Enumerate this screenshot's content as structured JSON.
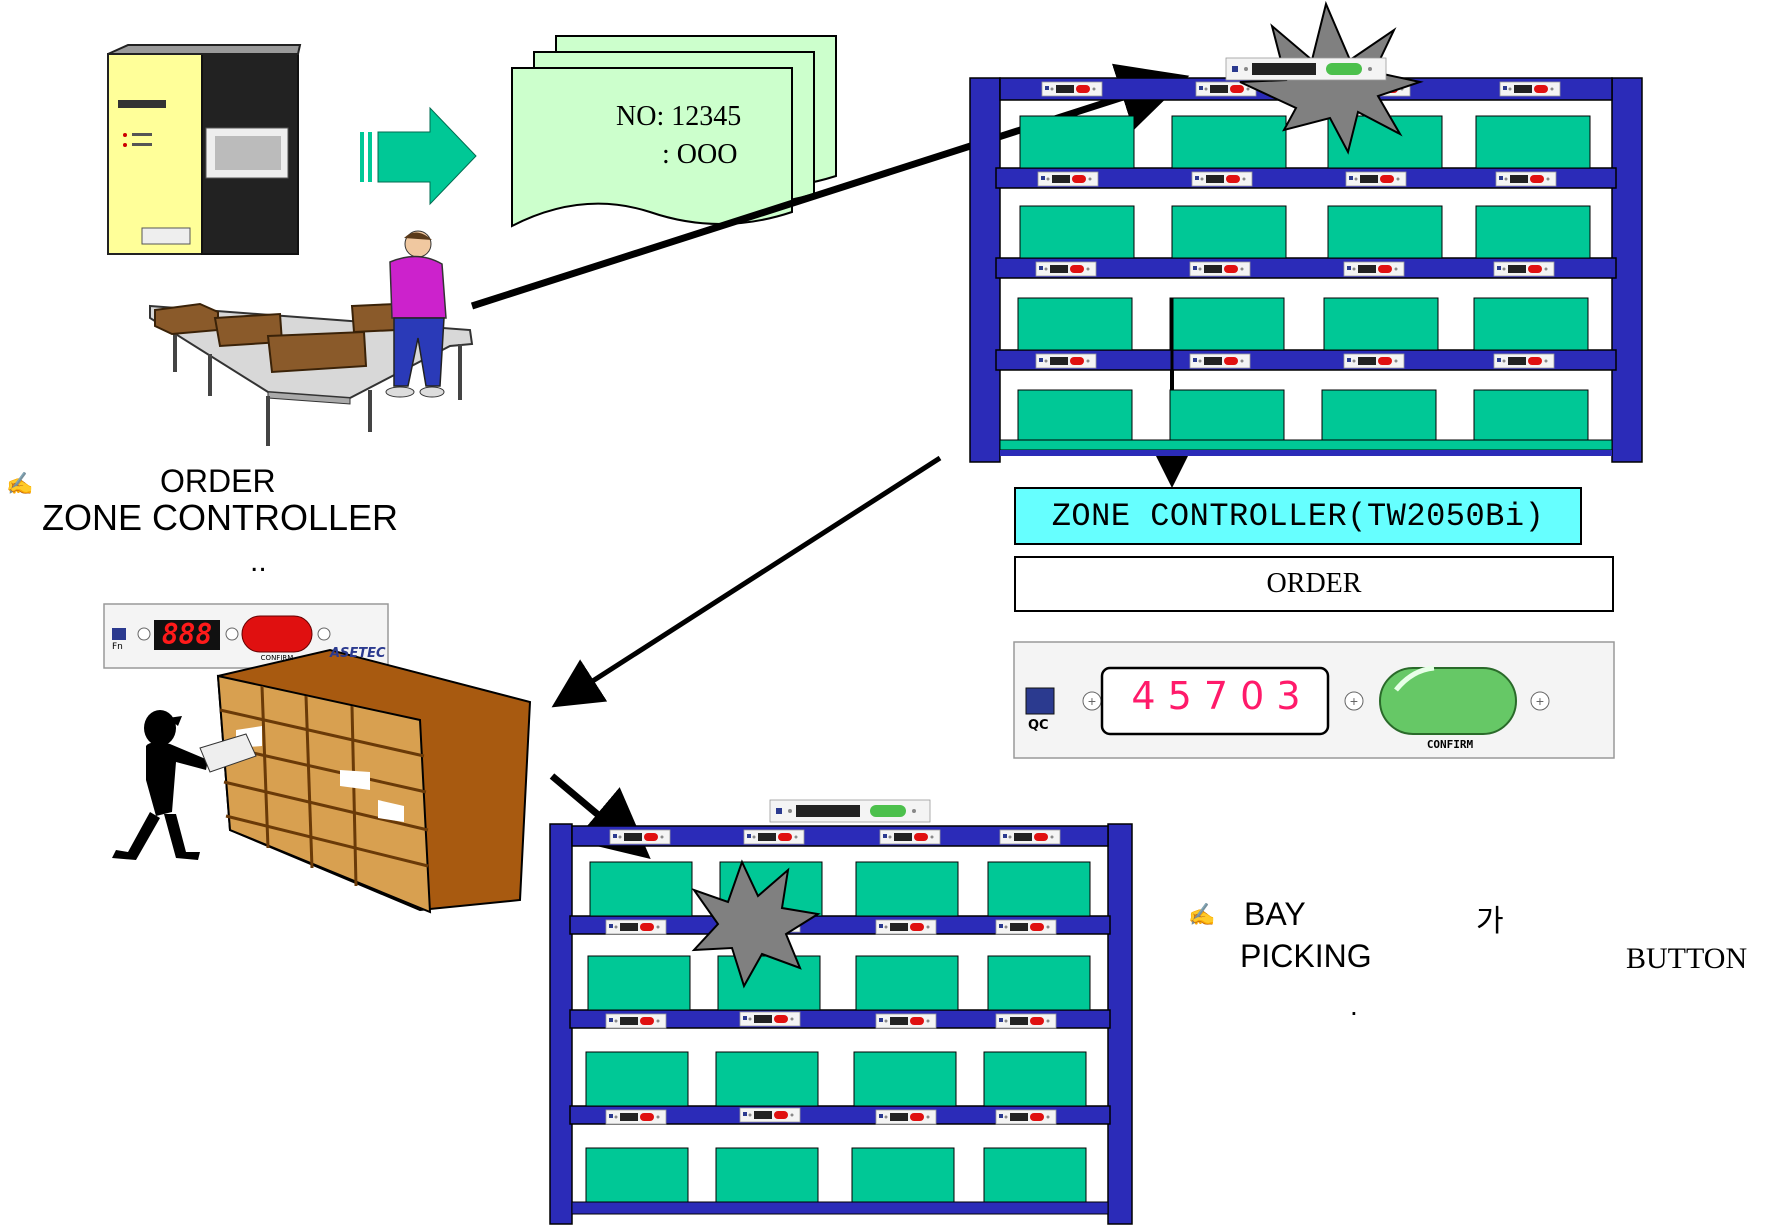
{
  "document": {
    "line1": "NO: 12345",
    "line2": ": OOO"
  },
  "zone_controller_box": {
    "label": "ZONE CONTROLLER(TW2050Bi)"
  },
  "order_box": {
    "label": "ORDER"
  },
  "big_display": {
    "qc_label": "QC",
    "digits": "4 5 7 0 3",
    "confirm_label": "CONFIRM"
  },
  "left_display": {
    "fn_label": "Fn",
    "digits": "888",
    "confirm_label": "CONFIRM",
    "brand": "ASETEC"
  },
  "left_note": {
    "pen_icon": "✍",
    "line1": "ORDER",
    "line2": "ZONE CONTROLLER",
    "line3": ".."
  },
  "bay_note": {
    "pen_icon": "✍",
    "bay": "BAY",
    "ga": "가",
    "picking": "PICKING",
    "button": "BUTTON",
    "dot": "."
  },
  "colors": {
    "rack_blue": "#2b2bb8",
    "bin_green": "#00c896",
    "cyan": "#66ffff",
    "paper_green": "#ccffcc",
    "wood": "#a85a10",
    "star_gray": "#808080"
  }
}
